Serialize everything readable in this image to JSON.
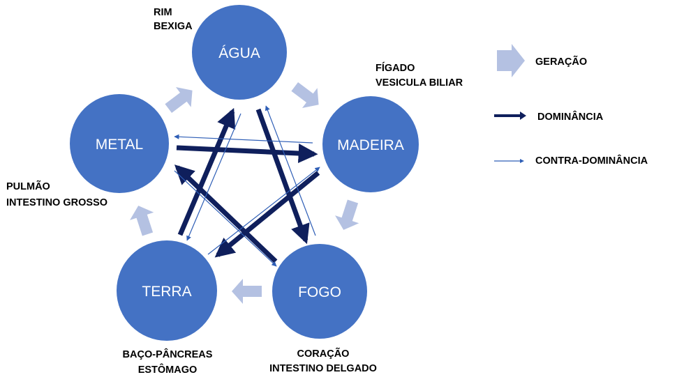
{
  "colors": {
    "node": "#4472c4",
    "generation": "#b4c1e2",
    "dominance": "#0f1f5c",
    "counter_dominance": "#2e5eb6"
  },
  "nodes": {
    "agua": {
      "label": "ÁGUA",
      "organs": [
        "RIM",
        "BEXIGA"
      ]
    },
    "madeira": {
      "label": "MADEIRA",
      "organs": [
        "FÍGADO",
        "VESICULA BILIAR"
      ]
    },
    "fogo": {
      "label": "FOGO",
      "organs": [
        "CORAÇÃO",
        "INTESTINO DELGADO"
      ]
    },
    "terra": {
      "label": "TERRA",
      "organs": [
        "BAÇO-PÂNCREAS",
        "ESTÔMAGO"
      ]
    },
    "metal": {
      "label": "METAL",
      "organs": [
        "PULMÃO",
        "INTESTINO GROSSO"
      ]
    }
  },
  "legend": {
    "generation": "GERAÇÃO",
    "dominance": "DOMINÂNCIA",
    "counter_dominance": "CONTRA-DOMINÂNCIA"
  }
}
